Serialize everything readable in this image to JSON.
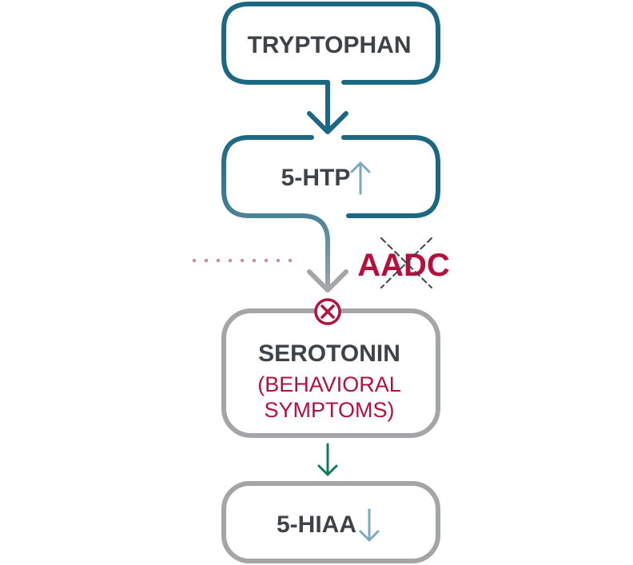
{
  "nodes": {
    "tryptophan": {
      "label": "TRYPTOPHAN"
    },
    "htp": {
      "label": "5-HTP",
      "indicator": "up"
    },
    "serotonin": {
      "label": "SEROTONIN",
      "note_line1": "(BEHAVIORAL",
      "note_line2": "SYMPTOMS)"
    },
    "hiaa": {
      "label": "5-HIAA",
      "indicator": "down"
    }
  },
  "enzyme": {
    "label": "AADC",
    "status": "blocked"
  },
  "colors": {
    "teal": "#1c6883",
    "grey": "#a3a5a7",
    "text_dark": "#3e4347",
    "accent_red": "#b5103c",
    "light_blue_arrow": "#7ba9c0",
    "green_arrow": "#137a5e"
  }
}
